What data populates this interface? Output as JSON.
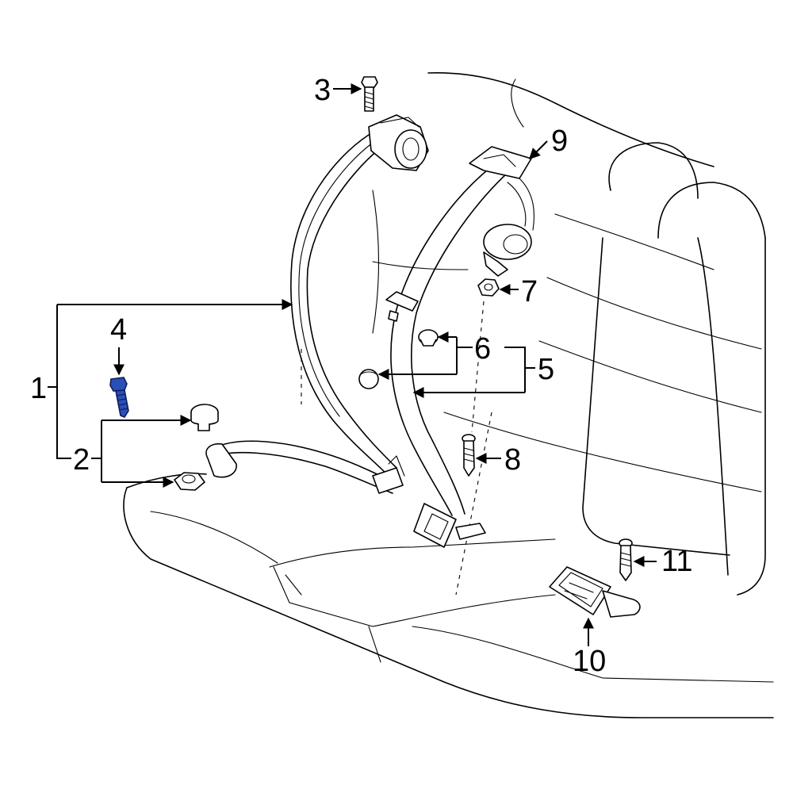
{
  "callouts": {
    "c1": "1",
    "c2": "2",
    "c3": "3",
    "c4": "4",
    "c5": "5",
    "c6": "6",
    "c7": "7",
    "c8": "8",
    "c9": "9",
    "c10": "10",
    "c11": "11"
  },
  "colors": {
    "line": "#000000",
    "highlight": "#1f3f9e",
    "background": "#ffffff"
  }
}
